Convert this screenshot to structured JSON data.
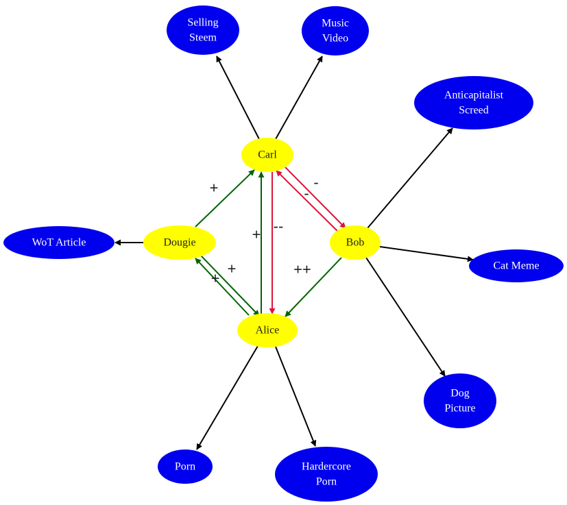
{
  "colors": {
    "person_fill": "#ffff00",
    "person_text": "#222222",
    "content_fill": "#0000ee",
    "content_text": "#ffffff",
    "authored_edge": "#000000",
    "positive_edge": "#006400",
    "negative_edge": "#dc143c"
  },
  "people": {
    "carl": "Carl",
    "dougie": "Dougie",
    "bob": "Bob",
    "alice": "Alice"
  },
  "content": {
    "selling_steem": [
      "Selling",
      "Steem"
    ],
    "music_video": [
      "Music",
      "Video"
    ],
    "anticapitalist_screed": [
      "Anticapitalist",
      "Screed"
    ],
    "wot_article": [
      "WoT Article"
    ],
    "cat_meme": [
      "Cat Meme"
    ],
    "dog_picture": [
      "Dog",
      "Picture"
    ],
    "porn": [
      "Porn"
    ],
    "hardercore_porn": [
      "Hardercore",
      "Porn"
    ]
  },
  "edge_labels": {
    "dougie_to_carl": "+",
    "carl_to_bob": "-",
    "bob_to_carl": "-",
    "alice_to_carl": "+",
    "carl_to_alice": "--",
    "alice_to_dougie": "+",
    "dougie_to_alice": "+",
    "bob_to_alice": "++"
  },
  "edges": [
    {
      "id": "carl-selling-steem",
      "from": "carl",
      "to": "selling_steem",
      "kind": "authored"
    },
    {
      "id": "carl-music-video",
      "from": "carl",
      "to": "music_video",
      "kind": "authored"
    },
    {
      "id": "bob-anticapitalist-screed",
      "from": "bob",
      "to": "anticapitalist_screed",
      "kind": "authored"
    },
    {
      "id": "dougie-wot-article",
      "from": "dougie",
      "to": "wot_article",
      "kind": "authored"
    },
    {
      "id": "bob-cat-meme",
      "from": "bob",
      "to": "cat_meme",
      "kind": "authored"
    },
    {
      "id": "bob-dog-picture",
      "from": "bob",
      "to": "dog_picture",
      "kind": "authored"
    },
    {
      "id": "alice-porn",
      "from": "alice",
      "to": "porn",
      "kind": "authored"
    },
    {
      "id": "alice-hardercore-porn",
      "from": "alice",
      "to": "hardercore_porn",
      "kind": "authored"
    },
    {
      "id": "dougie-carl",
      "from": "dougie",
      "to": "carl",
      "kind": "positive",
      "label": "dougie_to_carl"
    },
    {
      "id": "carl-bob",
      "from": "carl",
      "to": "bob",
      "kind": "negative",
      "label": "carl_to_bob"
    },
    {
      "id": "bob-carl",
      "from": "bob",
      "to": "carl",
      "kind": "negative",
      "label": "bob_to_carl"
    },
    {
      "id": "alice-carl",
      "from": "alice",
      "to": "carl",
      "kind": "positive",
      "label": "alice_to_carl"
    },
    {
      "id": "carl-alice",
      "from": "carl",
      "to": "alice",
      "kind": "negative",
      "label": "carl_to_alice"
    },
    {
      "id": "alice-dougie",
      "from": "alice",
      "to": "dougie",
      "kind": "positive",
      "label": "alice_to_dougie"
    },
    {
      "id": "dougie-alice",
      "from": "dougie",
      "to": "alice",
      "kind": "positive",
      "label": "dougie_to_alice"
    },
    {
      "id": "bob-alice",
      "from": "bob",
      "to": "alice",
      "kind": "positive",
      "label": "bob_to_alice"
    }
  ]
}
